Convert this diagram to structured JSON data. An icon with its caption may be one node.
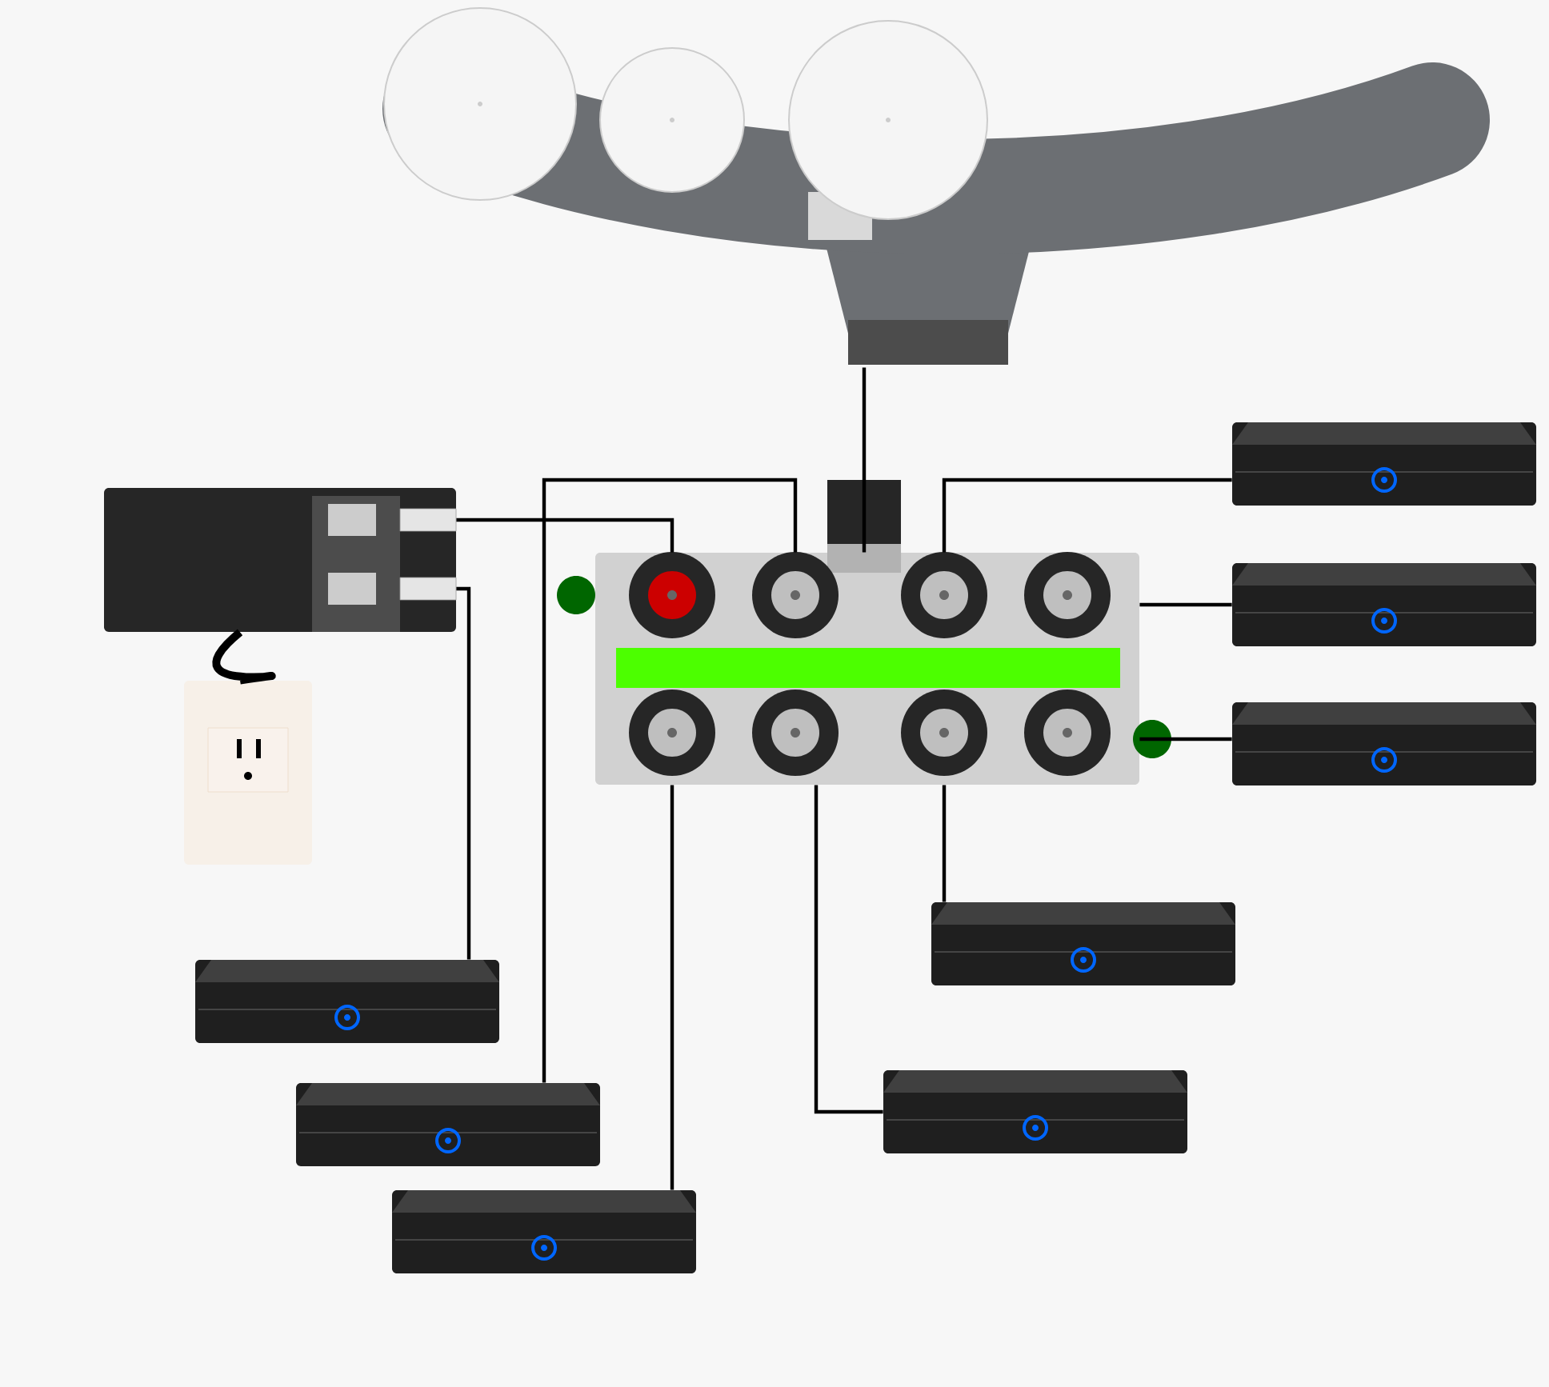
{
  "diagram": {
    "nodes": [
      {
        "text": [],
        "shape": "picture"
      },
      {
        "text": [],
        "shape": "picture"
      },
      {
        "text": [],
        "shape": "picture"
      },
      {
        "text": [],
        "shape": "picture"
      },
      {
        "text": [],
        "shape": "picture"
      },
      {
        "text": [],
        "shape": "picture"
      },
      {
        "text": [],
        "shape": "picture"
      },
      {
        "text": [],
        "shape": "picture"
      },
      {
        "text": [],
        "shape": "picture"
      },
      {
        "text": [],
        "shape": "picture"
      },
      {
        "text": [],
        "shape": "picture"
      },
      {
        "text": [],
        "shape": "picture"
      }
    ],
    "edges": [
      {
        "from": 0,
        "to": 2,
        "arrow": "none"
      },
      {
        "from": 1,
        "to": 2,
        "arrow": "none"
      },
      {
        "from": 1,
        "to": 8,
        "arrow": "none"
      },
      {
        "from": 2,
        "to": 10,
        "arrow": "none"
      },
      {
        "from": 2,
        "to": 3,
        "arrow": "none"
      },
      {
        "from": 2,
        "to": 4,
        "arrow": "none"
      },
      {
        "from": 2,
        "to": 5,
        "arrow": "none"
      },
      {
        "from": 2,
        "to": 11,
        "arrow": "none"
      },
      {
        "from": 2,
        "to": 9,
        "arrow": "none"
      },
      {
        "from": 2,
        "to": 7,
        "arrow": "none"
      },
      {
        "from": 1,
        "to": 6,
        "arrow": "none",
        "style": "thick"
      }
    ]
  }
}
